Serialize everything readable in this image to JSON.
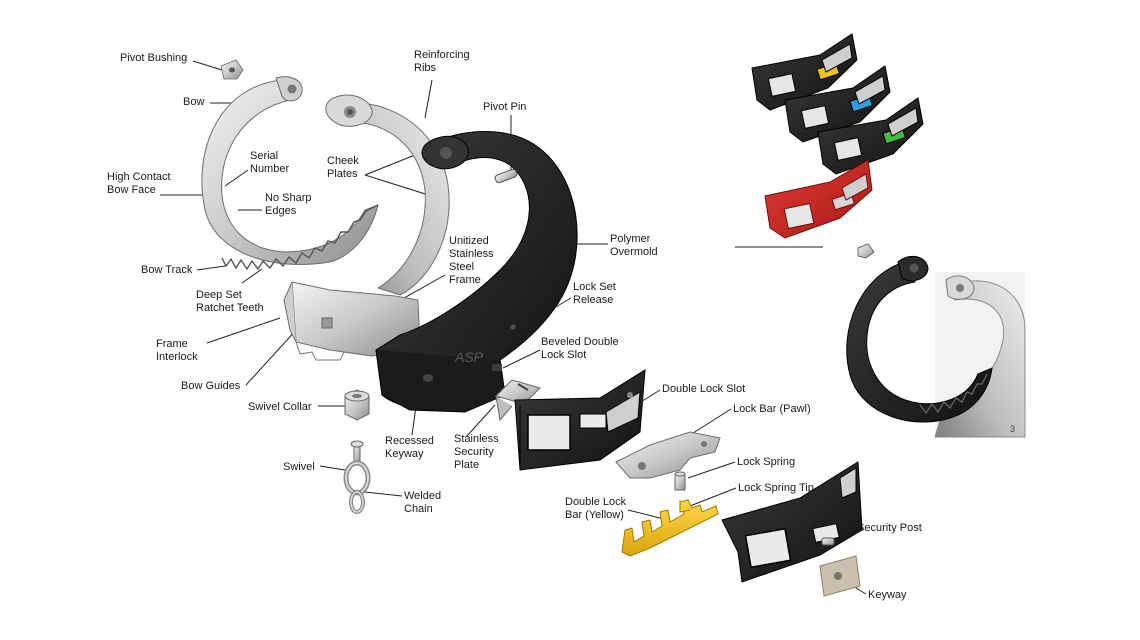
{
  "labels": {
    "pivot_bushing": "Pivot Bushing",
    "bow": "Bow",
    "reinforcing_ribs": "Reinforcing\nRibs",
    "pivot_pin": "Pivot Pin",
    "serial_number": "Serial\nNumber",
    "cheek_plates": "Cheek\nPlates",
    "high_contact_bow_face": "High Contact\nBow Face",
    "no_sharp_edges": "No Sharp\nEdges",
    "polymer_overmold": "Polymer\nOvermold",
    "unitized_frame": "Unitized\nStainless\nSteel\nFrame",
    "bow_track": "Bow Track",
    "deep_set_ratchet_teeth": "Deep Set\nRatchet Teeth",
    "lock_set_release": "Lock Set\nRelease",
    "frame_interlock": "Frame\nInterlock",
    "beveled_double_lock_slot": "Beveled Double\nLock Slot",
    "bow_guides": "Bow Guides",
    "double_lock_slot": "Double Lock Slot",
    "swivel_collar": "Swivel Collar",
    "lock_bar_pawl": "Lock Bar (Pawl)",
    "recessed_keyway": "Recessed\nKeyway",
    "stainless_security_plate": "Stainless\nSecurity\nPlate",
    "swivel": "Swivel",
    "lock_spring": "Lock Spring",
    "welded_chain": "Welded\nChain",
    "lock_spring_tip": "Lock Spring Tip",
    "double_lock_bar_yellow": "Double Lock\nBar (Yellow)",
    "security_post": "Security Post",
    "keyway": "Keyway",
    "frame_logo": "ASP"
  },
  "colors": {
    "steel_light": "#e6e6e6",
    "steel_dark": "#9a9a9a",
    "polymer_black": "#222222",
    "accent_red": "#c82423",
    "accent_yellow": "#f2c318",
    "accent_blue": "#2aa0e6",
    "accent_green": "#3fbf3a",
    "brass": "#c4b49a"
  },
  "icons": [
    "handcuff-exploded-diagram",
    "color-variant-housings",
    "assembled-cuff-detail"
  ]
}
